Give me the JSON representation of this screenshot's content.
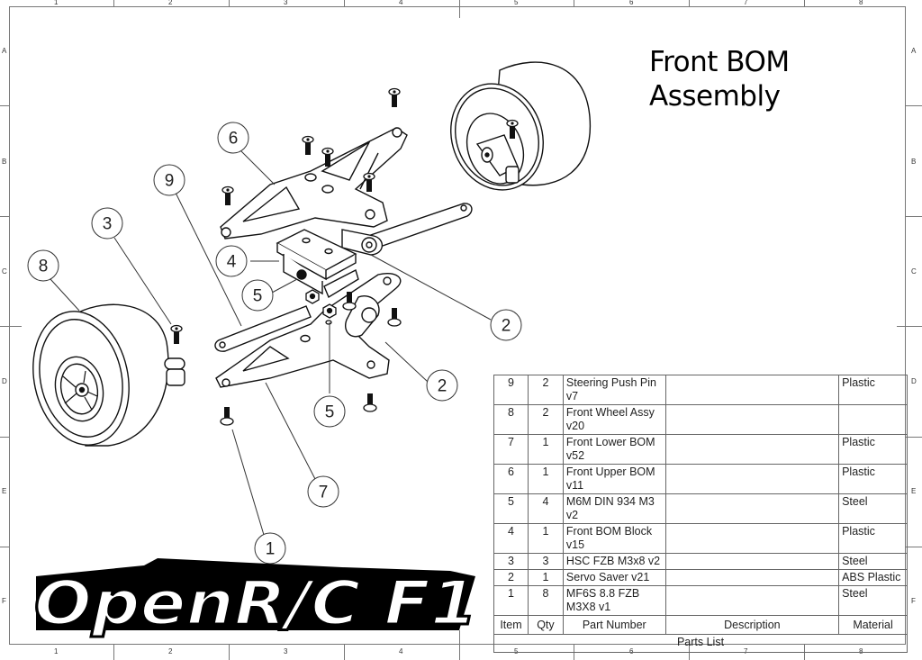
{
  "sheet": {
    "columns": [
      "1",
      "2",
      "3",
      "4",
      "5",
      "6",
      "7",
      "8"
    ],
    "rows": [
      "A",
      "B",
      "C",
      "D",
      "E",
      "F"
    ]
  },
  "title": {
    "line1": "Front BOM",
    "line2": "Assembly"
  },
  "logo": {
    "text": "OpenR/C F1"
  },
  "balloons": [
    {
      "id": "b1",
      "label": "1"
    },
    {
      "id": "b2a",
      "label": "2"
    },
    {
      "id": "b2b",
      "label": "2"
    },
    {
      "id": "b3",
      "label": "3"
    },
    {
      "id": "b4",
      "label": "4"
    },
    {
      "id": "b5a",
      "label": "5"
    },
    {
      "id": "b5b",
      "label": "5"
    },
    {
      "id": "b6",
      "label": "6"
    },
    {
      "id": "b7",
      "label": "7"
    },
    {
      "id": "b8",
      "label": "8"
    },
    {
      "id": "b9",
      "label": "9"
    }
  ],
  "parts_list": {
    "title": "Parts List",
    "headers": {
      "item": "Item",
      "qty": "Qty",
      "part_number": "Part Number",
      "description": "Description",
      "material": "Material"
    },
    "rows": [
      {
        "item": "9",
        "qty": "2",
        "part_number": "Steering Push Pin v7",
        "description": "",
        "material": "Plastic"
      },
      {
        "item": "8",
        "qty": "2",
        "part_number": "Front Wheel Assy v20",
        "description": "",
        "material": ""
      },
      {
        "item": "7",
        "qty": "1",
        "part_number": "Front Lower BOM v52",
        "description": "",
        "material": "Plastic"
      },
      {
        "item": "6",
        "qty": "1",
        "part_number": "Front Upper BOM v11",
        "description": "",
        "material": "Plastic"
      },
      {
        "item": "5",
        "qty": "4",
        "part_number": "M6M DIN 934 M3 v2",
        "description": "",
        "material": "Steel"
      },
      {
        "item": "4",
        "qty": "1",
        "part_number": "Front BOM Block v15",
        "description": "",
        "material": "Plastic"
      },
      {
        "item": "3",
        "qty": "3",
        "part_number": "HSC FZB M3x8 v2",
        "description": "",
        "material": "Steel"
      },
      {
        "item": "2",
        "qty": "1",
        "part_number": "Servo Saver v21",
        "description": "",
        "material": "ABS Plastic"
      },
      {
        "item": "1",
        "qty": "8",
        "part_number": "MF6S 8.8 FZB M3X8 v1",
        "description": "",
        "material": "Steel"
      }
    ]
  }
}
